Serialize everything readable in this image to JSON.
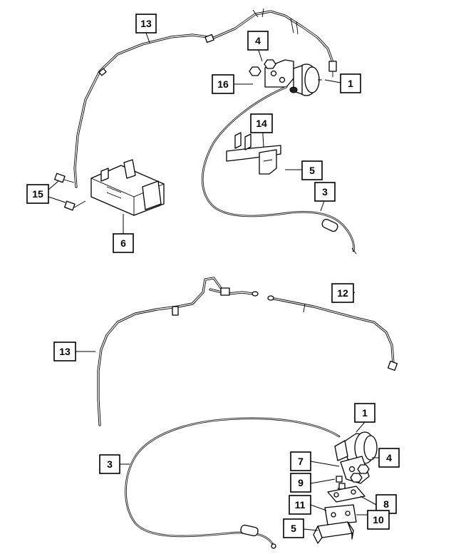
{
  "diagram": {
    "callouts": [
      {
        "id": "upper-13",
        "label": "13"
      },
      {
        "id": "upper-4",
        "label": "4"
      },
      {
        "id": "upper-16",
        "label": "16"
      },
      {
        "id": "upper-1",
        "label": "1"
      },
      {
        "id": "upper-14",
        "label": "14"
      },
      {
        "id": "upper-5",
        "label": "5"
      },
      {
        "id": "upper-3",
        "label": "3"
      },
      {
        "id": "upper-15",
        "label": "15"
      },
      {
        "id": "upper-6",
        "label": "6"
      },
      {
        "id": "lower-12",
        "label": "12"
      },
      {
        "id": "lower-13",
        "label": "13"
      },
      {
        "id": "lower-1",
        "label": "1"
      },
      {
        "id": "lower-3",
        "label": "3"
      },
      {
        "id": "lower-7",
        "label": "7"
      },
      {
        "id": "lower-4",
        "label": "4"
      },
      {
        "id": "lower-9",
        "label": "9"
      },
      {
        "id": "lower-8",
        "label": "8"
      },
      {
        "id": "lower-11",
        "label": "11"
      },
      {
        "id": "lower-10",
        "label": "10"
      },
      {
        "id": "lower-5",
        "label": "5"
      }
    ]
  }
}
